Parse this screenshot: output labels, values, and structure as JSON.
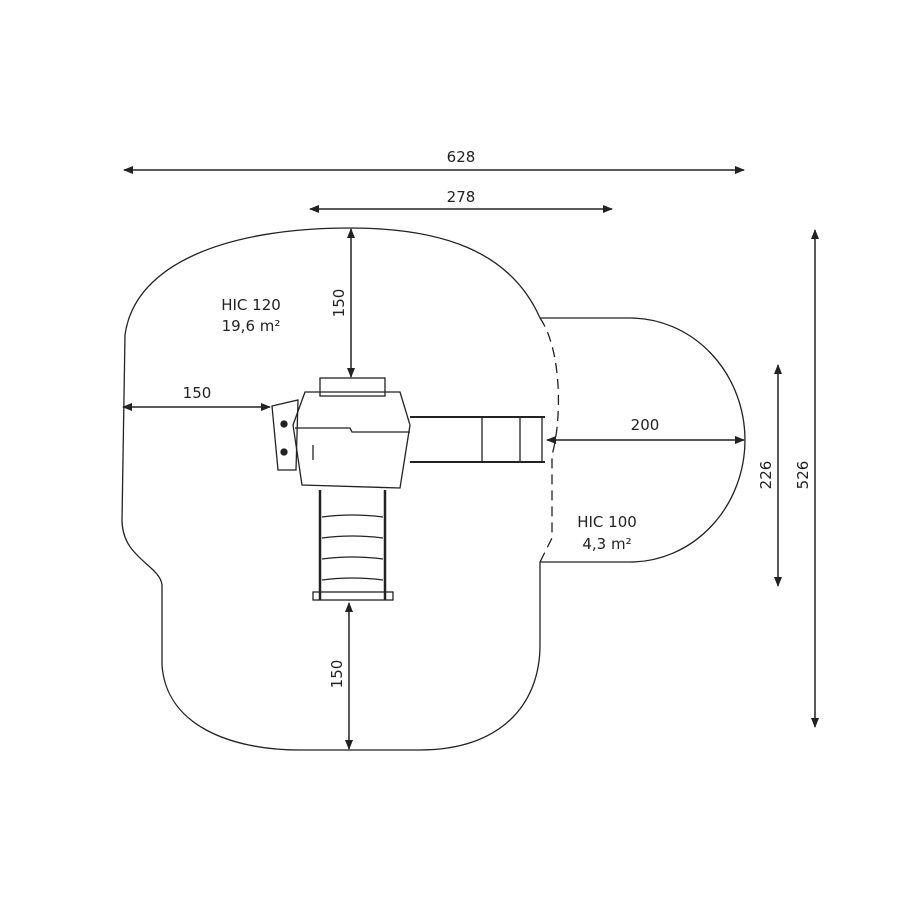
{
  "dimensions": {
    "overall_width": "628",
    "top_clearance_width": "278",
    "top_clearance": "150",
    "left_clearance": "150",
    "slide_clearance": "200",
    "slide_zone_depth": "226",
    "overall_depth": "526",
    "bottom_clearance": "150"
  },
  "zones": {
    "main": {
      "hic": "HIC 120",
      "area": "19,6 m²"
    },
    "slide": {
      "hic": "HIC 100",
      "area": "4,3 m²"
    }
  },
  "colors": {
    "line": "#222222",
    "background": "#ffffff"
  }
}
